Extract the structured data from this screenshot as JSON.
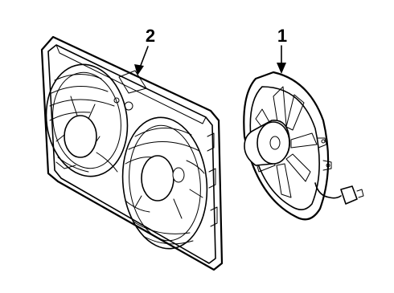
{
  "diagram": {
    "callouts": [
      {
        "id": "fan-assembly",
        "label": "1"
      },
      {
        "id": "shroud-assembly",
        "label": "2"
      }
    ]
  }
}
